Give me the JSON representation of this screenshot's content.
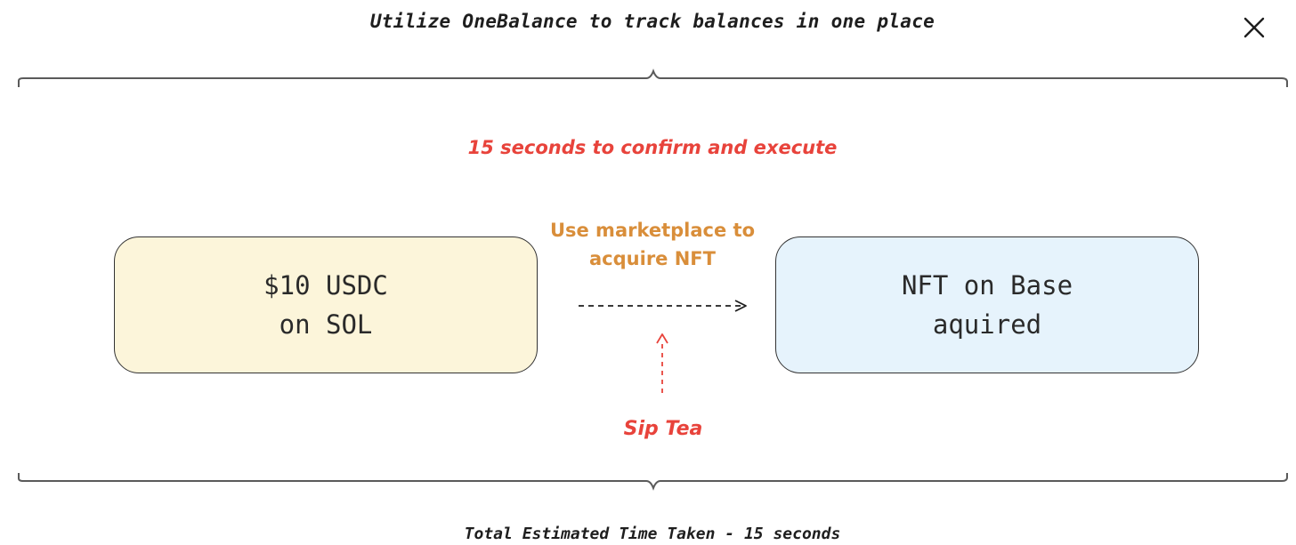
{
  "header": {
    "title": "Utilize OneBalance to track balances in one place"
  },
  "annotations": {
    "top_note": "15 seconds to confirm and execute",
    "edge_label_line1": "Use marketplace to",
    "edge_label_line2": "acquire NFT",
    "bottom_note": "Sip Tea"
  },
  "nodes": {
    "source": {
      "line1": "$10 USDC",
      "line2": "on SOL"
    },
    "target": {
      "line1": "NFT on Base",
      "line2": "aquired"
    }
  },
  "footer": {
    "text": "Total Estimated Time Taken - 15 seconds"
  },
  "colors": {
    "red": "#e8433b",
    "orange": "#d98e3a",
    "source_fill": "#fcf5da",
    "target_fill": "#e6f3fc",
    "stroke": "#333333"
  },
  "icons": {
    "close": "close-icon"
  }
}
